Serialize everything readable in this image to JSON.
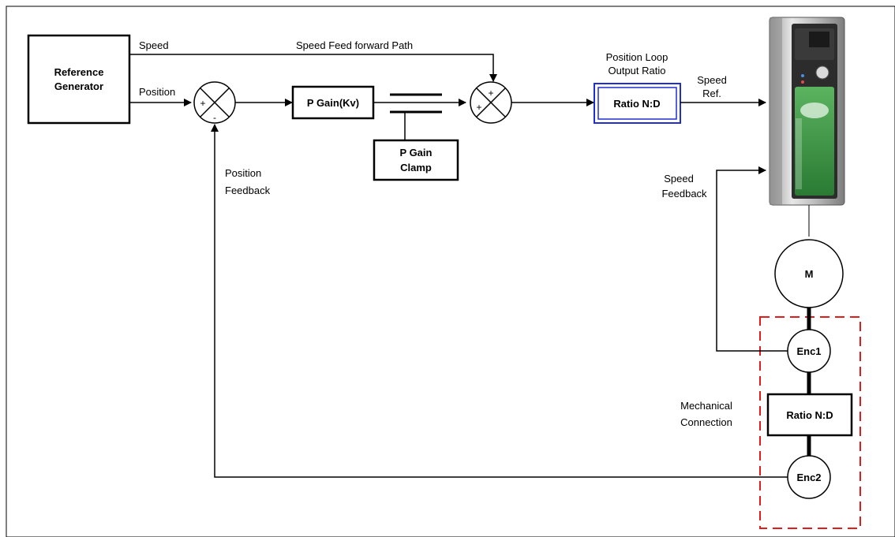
{
  "blocks": {
    "reference_generator": [
      "Reference",
      "Generator"
    ],
    "p_gain": "P Gain(Kv)",
    "p_gain_clamp": [
      "P Gain",
      "Clamp"
    ],
    "ratio_output": "Ratio N:D",
    "ratio_mechanical": "Ratio N:D",
    "motor": "M",
    "encoder1": "Enc1",
    "encoder2": "Enc2"
  },
  "labels": {
    "speed": "Speed",
    "position": "Position",
    "speed_feed_forward": "Speed Feed forward Path",
    "position_loop_output_ratio": [
      "Position Loop",
      "Output Ratio"
    ],
    "speed_ref": [
      "Speed",
      "Ref."
    ],
    "speed_feedback": [
      "Speed",
      "Feedback"
    ],
    "position_feedback": [
      "Position",
      "Feedback"
    ],
    "mechanical_connection": [
      "Mechanical",
      "Connection"
    ]
  },
  "summing_junction_1": {
    "plus": "+",
    "minus": "-"
  },
  "summing_junction_2": {
    "plus_top": "+",
    "plus_left": "+"
  },
  "colors": {
    "line": "#000000",
    "ratio_output_border": "#1f2fd0",
    "mechanical_box_border": "#e21c1c",
    "drive_accent": "#2e8b3a"
  }
}
